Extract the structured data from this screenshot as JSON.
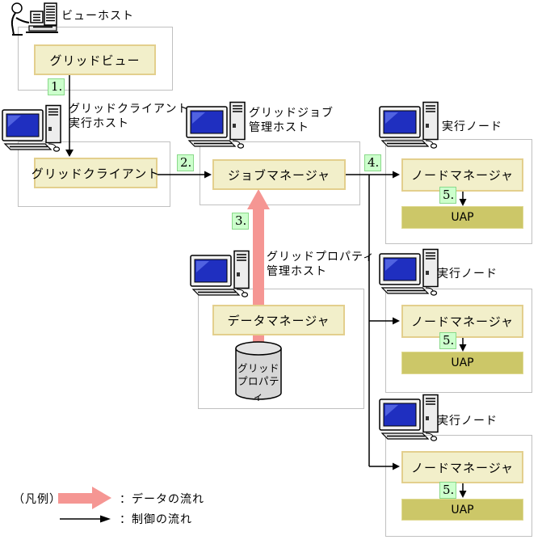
{
  "labels": {
    "view_host": "ビューホスト",
    "client_host_l1": "グリッドクライアント",
    "client_host_l2": "実行ホスト",
    "job_host_l1": "グリッドジョブ",
    "job_host_l2": "管理ホスト",
    "property_host_l1": "グリッドプロパティ",
    "property_host_l2": "管理ホスト",
    "exec_node": "実行ノード"
  },
  "components": {
    "grid_view": "グリッドビュー",
    "grid_client": "グリッドクライアント",
    "job_manager": "ジョブマネージャ",
    "data_manager": "データマネージャ",
    "node_manager": "ノードマネージャ",
    "uap": "UAP",
    "grid_property_l1": "グリッド",
    "grid_property_l2": "プロパティ"
  },
  "steps": {
    "s1": "1.",
    "s2": "2.",
    "s3": "3.",
    "s4": "4.",
    "s5": "5."
  },
  "legend": {
    "title": "（凡例）",
    "data_flow": "：データの流れ",
    "control_flow": "：制御の流れ"
  },
  "colors": {
    "component_fill": "#f2efca",
    "component_border": "#e3cf8d",
    "uap_fill": "#ccc768",
    "badge_fill": "#ccffcc",
    "badge_border": "#8ad98a",
    "data_flow": "#f59693",
    "host_border": "#c0c0c0",
    "screen_blue": "#1f2fc0"
  }
}
